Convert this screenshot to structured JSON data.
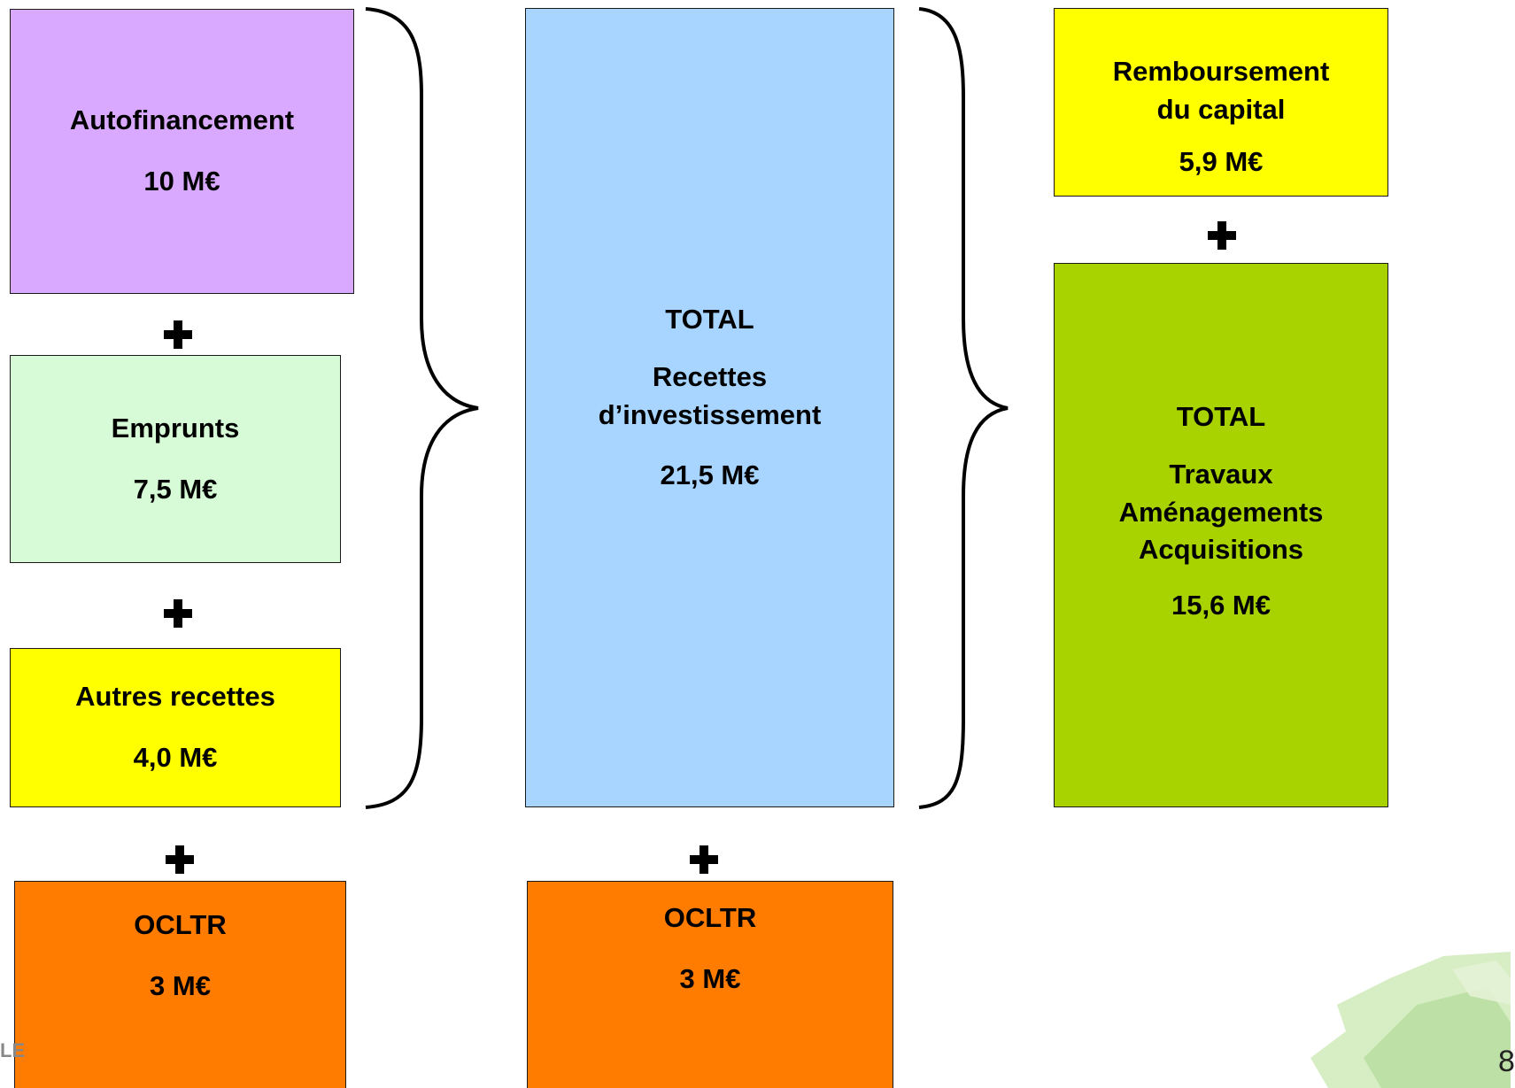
{
  "left_column": [
    {
      "title": "Autofinancement",
      "value": "10 M€",
      "color": "#d9a9ff"
    },
    {
      "title": "Emprunts",
      "value": "7,5 M€",
      "color": "#d6fbd6"
    },
    {
      "title": "Autres recettes",
      "value": "4,0 M€",
      "color": "#ffff00"
    },
    {
      "title": "OCLTR",
      "value": "3 M€",
      "color": "#ff7c00"
    }
  ],
  "center_column": {
    "total": {
      "label": "TOTAL",
      "title": "Recettes d’investissement",
      "value": "21,5 M€",
      "color": "#a8d5ff"
    },
    "extra": {
      "title": "OCLTR",
      "value": "3 M€",
      "color": "#ff7c00"
    }
  },
  "right_column": {
    "top": {
      "title": "Remboursement du capital",
      "value": "5,9 M€",
      "color": "#ffff00"
    },
    "total": {
      "label": "TOTAL",
      "lines": [
        "Travaux",
        "Aménagements",
        "Acquisitions"
      ],
      "value": "15,6 M€",
      "color": "#a8d200"
    }
  },
  "operator": "+",
  "page_number": "8",
  "logo_fragment": "LE"
}
